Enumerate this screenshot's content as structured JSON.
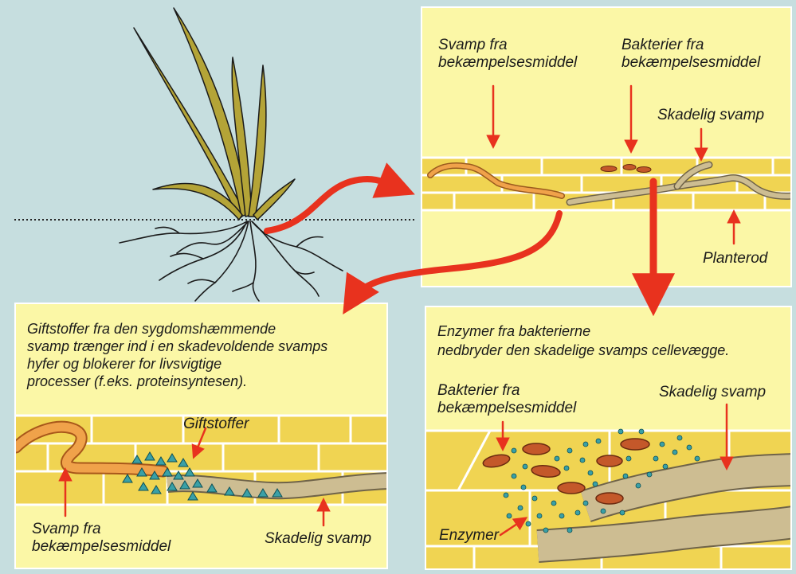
{
  "panels": {
    "top_right": {
      "fungus_label": "Svamp fra\nbekæmpelsesmiddel",
      "bacteria_label": "Bakterier fra\nbekæmpelsesmiddel",
      "harmful_label": "Skadelig svamp",
      "root_label": "Planterod"
    },
    "bottom_left": {
      "caption": "Giftstoffer fra den sygdomshæmmende\nsvamp trænger ind i en skadevoldende svamps\nhyfer og blokerer for livsvigtige\nprocesser (f.eks. proteinsyntesen).",
      "toxins_label": "Giftstoffer",
      "fungus_label": "Svamp fra\nbekæmpelsesmiddel",
      "harmful_label": "Skadelig svamp"
    },
    "bottom_right": {
      "caption": "Enzymer fra bakterierne\nnedbryder den skadelige svamps cellevægge.",
      "bacteria_label": "Bakterier fra\nbekæmpelsesmiddel",
      "harmful_label": "Skadelig svamp",
      "enzymes_label": "Enzymer"
    }
  },
  "colors": {
    "background": "#c6dedf",
    "panel_fill": "#fbf7a6",
    "cell_fill": "#f0d452",
    "fungus_orange": "#f0a24a",
    "harmful_tan": "#cdbd92",
    "arrow_red": "#e8321e",
    "toxin_teal": "#3aa0a6",
    "bacteria_brown": "#c4582a",
    "plant_green": "#b4a437"
  }
}
